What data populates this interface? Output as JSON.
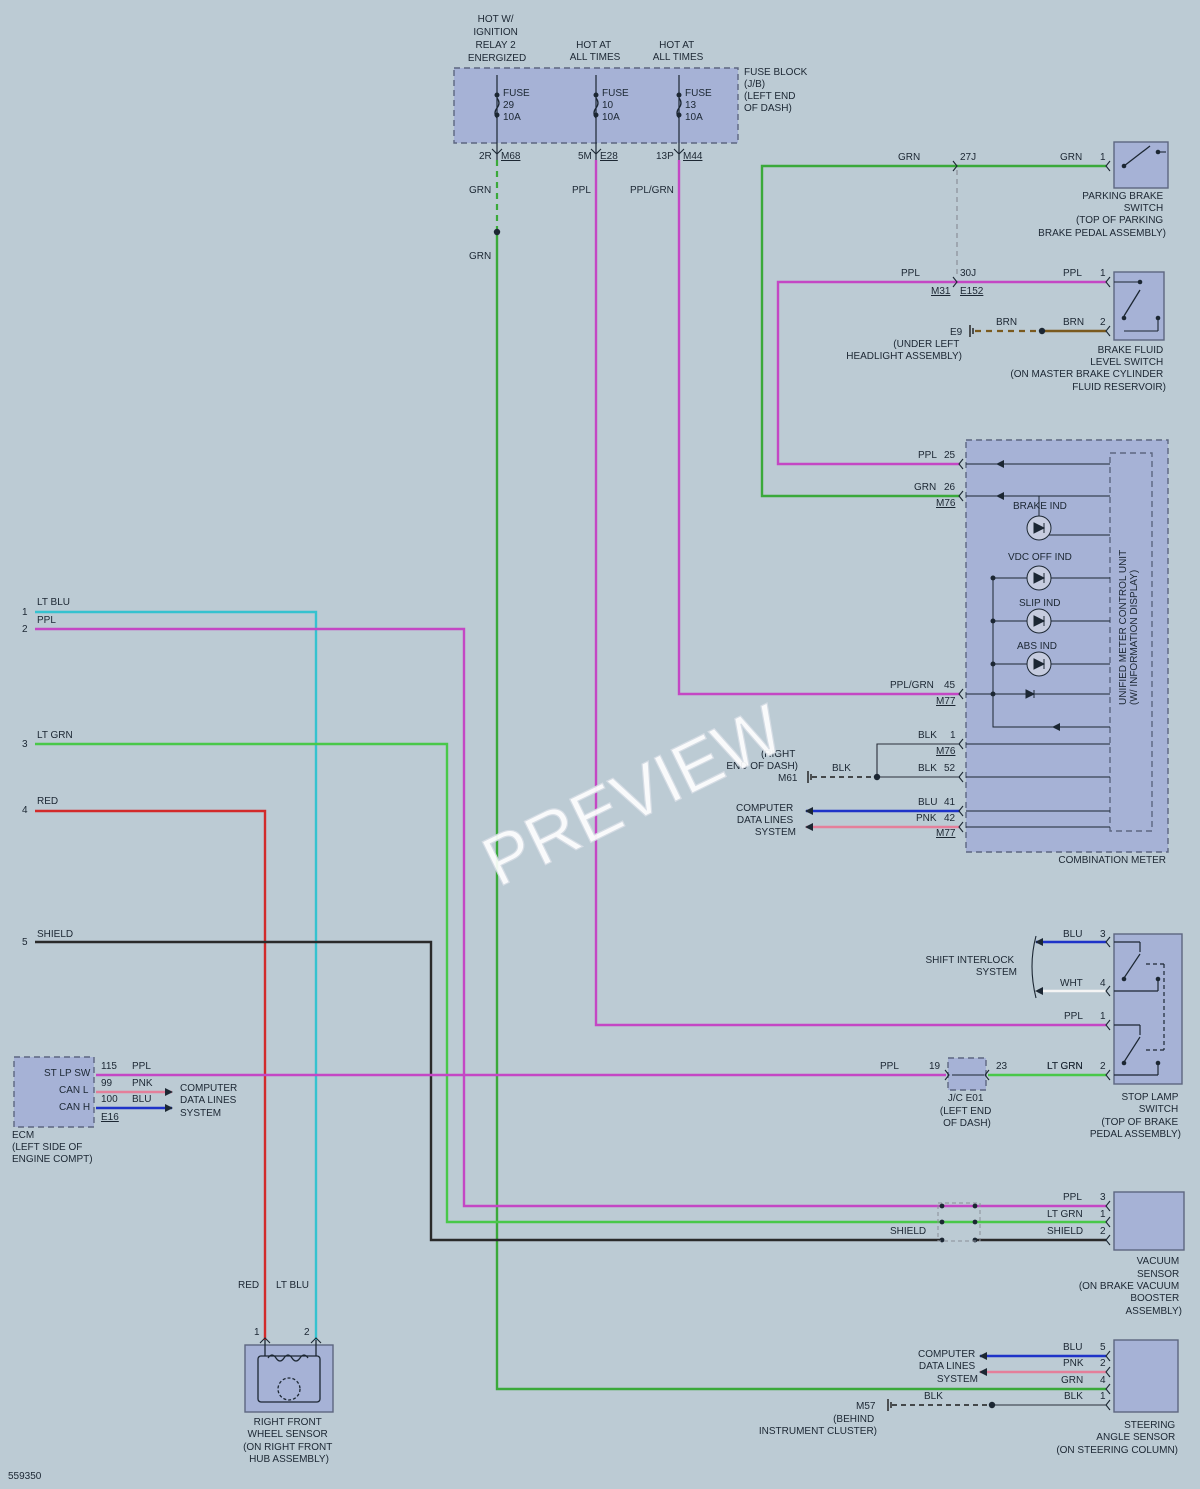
{
  "colors": {
    "GRN": "#3aa93a",
    "PPL": "#c447c4",
    "LTBLU": "#35c2cf",
    "LTGRN": "#49c849",
    "RED": "#d22a2a",
    "SHIELD": "#2a2a2a",
    "BLU": "#1e33c8",
    "PNK": "#e47f9a",
    "BRN": "#7a5a1e",
    "BLK": "#1c1c1c",
    "WHT": "#f4f4f4",
    "background": "#bccbd4",
    "component_fill": "#a6b2d6"
  },
  "fuse_block": {
    "label": [
      "FUSE BLOCK",
      "(J/B)",
      "(LEFT END",
      "OF DASH)"
    ],
    "headers": {
      "f29": [
        "HOT W/",
        "IGNITION",
        "RELAY 2",
        "ENERGIZED"
      ],
      "f10": [
        "HOT AT",
        "ALL TIMES"
      ],
      "f13": [
        "HOT AT",
        "ALL TIMES"
      ]
    },
    "fuses": {
      "f29": [
        "FUSE",
        "29",
        "10A"
      ],
      "f10": [
        "FUSE",
        "10",
        "10A"
      ],
      "f13": [
        "FUSE",
        "13",
        "10A"
      ]
    },
    "pins": {
      "f29": {
        "pin": "2R",
        "conn": "M68"
      },
      "f10": {
        "pin": "5M",
        "conn": "E28"
      },
      "f13": {
        "pin": "13P",
        "conn": "M44"
      }
    }
  },
  "wire_labels": {
    "grn_f29": "GRN",
    "grn_f29b": "GRN",
    "ppl_f10": "PPL",
    "pplgrn_f13": "PPL/GRN"
  },
  "parking_brake": {
    "wire_left": "GRN",
    "wire_right": "GRN",
    "splice": "27J",
    "pin": "1",
    "label": [
      "PARKING BRAKE",
      "SWITCH",
      "(TOP OF PARKING",
      "BRAKE PEDAL ASSEMBLY)"
    ]
  },
  "brake_fluid": {
    "wire_left": "PPL",
    "wire_right": "PPL",
    "splice": "30J",
    "conn_a": "M31",
    "conn_b": "E152",
    "pin1": "1",
    "pin2": "2",
    "brn1": "BRN",
    "brn2": "BRN",
    "ground": "E9",
    "ground_note": [
      "(UNDER LEFT",
      "HEADLIGHT ASSEMBLY)"
    ],
    "label": [
      "BRAKE FLUID",
      "LEVEL SWITCH",
      "(ON MASTER BRAKE CYLINDER",
      "FLUID RESERVOIR)"
    ]
  },
  "combination_meter": {
    "label": "COMBINATION METER",
    "unit_label": [
      "UNIFIED METER CONTROL UNIT",
      "(W/ INFORMATION DISPLAY)"
    ],
    "indicators": [
      "BRAKE IND",
      "VDC OFF IND",
      "SLIP IND",
      "ABS IND"
    ],
    "pins": [
      {
        "wire": "PPL",
        "pin": "25",
        "conn": ""
      },
      {
        "wire": "GRN",
        "pin": "26",
        "conn": "M76"
      },
      {
        "wire": "PPL/GRN",
        "pin": "45",
        "conn": "M77"
      },
      {
        "wire": "BLK",
        "pin": "1",
        "conn": "M76"
      },
      {
        "wire": "BLK",
        "pin": "52",
        "conn": ""
      },
      {
        "wire": "BLU",
        "pin": "41",
        "conn": ""
      },
      {
        "wire": "PNK",
        "pin": "42",
        "conn": "M77"
      }
    ],
    "ground_note": [
      "(RIGHT",
      "END OF DASH)"
    ],
    "ground": "M61",
    "ground_wire": "BLK",
    "computer": [
      "COMPUTER",
      "DATA LINES",
      "SYSTEM"
    ]
  },
  "left_harness": [
    {
      "num": "1",
      "wire": "LT BLU"
    },
    {
      "num": "2",
      "wire": "PPL"
    },
    {
      "num": "3",
      "wire": "LT GRN"
    },
    {
      "num": "4",
      "wire": "RED"
    },
    {
      "num": "5",
      "wire": "SHIELD"
    }
  ],
  "stop_lamp": {
    "shift": [
      "SHIFT INTERLOCK",
      "SYSTEM"
    ],
    "pins": [
      {
        "wire": "BLU",
        "pin": "3"
      },
      {
        "wire": "WHT",
        "pin": "4"
      },
      {
        "wire": "PPL",
        "pin": "1"
      },
      {
        "wire": "LT GRN",
        "pin": "2"
      }
    ],
    "label": [
      "STOP LAMP",
      "SWITCH",
      "(TOP OF BRAKE",
      "PEDAL ASSEMBLY)"
    ]
  },
  "ecm": {
    "rows": [
      {
        "name": "ST LP SW",
        "pin": "115",
        "wire": "PPL"
      },
      {
        "name": "CAN L",
        "pin": "99",
        "wire": "PNK"
      },
      {
        "name": "CAN H",
        "pin": "100",
        "wire": "BLU"
      }
    ],
    "conn": "E16",
    "computer": [
      "COMPUTER",
      "DATA LINES",
      "SYSTEM"
    ],
    "label": [
      "ECM",
      "(LEFT SIDE OF",
      "ENGINE COMPT)"
    ]
  },
  "jc": {
    "wire_in": "PPL",
    "pin_in": "19",
    "pin_out": "23",
    "wire_out": "LT GRN",
    "label": [
      "J/C E01",
      "(LEFT END",
      "OF DASH)"
    ]
  },
  "vacuum": {
    "pins": [
      {
        "wire": "PPL",
        "pin": "3"
      },
      {
        "wire": "LT GRN",
        "pin": "1"
      },
      {
        "wire": "SHIELD",
        "pin": "2"
      }
    ],
    "shield_left": "SHIELD",
    "label": [
      "VACUUM",
      "SENSOR",
      "(ON BRAKE VACUUM",
      "BOOSTER",
      "ASSEMBLY)"
    ]
  },
  "wheel_sensor": {
    "wire1": "RED",
    "wire2": "LT BLU",
    "pin1": "1",
    "pin2": "2",
    "label": [
      "RIGHT FRONT",
      "WHEEL SENSOR",
      "(ON RIGHT FRONT",
      "HUB ASSEMBLY)"
    ]
  },
  "steering": {
    "computer": [
      "COMPUTER",
      "DATA LINES",
      "SYSTEM"
    ],
    "pins": [
      {
        "wire": "BLU",
        "pin": "5"
      },
      {
        "wire": "PNK",
        "pin": "2"
      },
      {
        "wire": "GRN",
        "pin": "4"
      },
      {
        "wire": "BLK",
        "pin": "1"
      }
    ],
    "ground_wire": "BLK",
    "ground": "M57",
    "ground_note": [
      "(BEHIND",
      "INSTRUMENT CLUSTER)"
    ],
    "label": [
      "STEERING",
      "ANGLE SENSOR",
      "(ON STEERING COLUMN)"
    ]
  },
  "doc_id": "559350",
  "watermark": "PREVIEW"
}
